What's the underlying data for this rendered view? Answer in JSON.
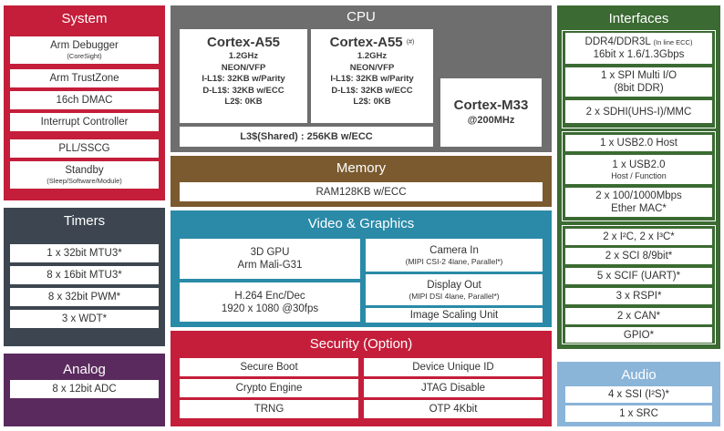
{
  "colors": {
    "system": "#c41e3a",
    "timers": "#3d4650",
    "analog": "#5a2a5e",
    "cpu": "#6e6e6e",
    "memory": "#7a5a2e",
    "video": "#2a8aa8",
    "security": "#c41e3a",
    "interfaces": "#3b6a32",
    "audio": "#8ab4d8"
  },
  "system": {
    "title": "System",
    "items": [
      {
        "label": "Arm Debugger",
        "sub": "(CoreSight)"
      },
      {
        "label": "Arm TrustZone",
        "sub": ""
      },
      {
        "label": "16ch DMAC",
        "sub": ""
      },
      {
        "label": "Interrupt Controller",
        "sub": ""
      },
      {
        "label": "PLL/SSCG",
        "sub": ""
      },
      {
        "label": "Standby",
        "sub": "(Sleep/Software/Module)"
      }
    ]
  },
  "timers": {
    "title": "Timers",
    "items": [
      "1 x 32bit MTU3*",
      "8 x 16bit MTU3*",
      "8 x 32bit PWM*",
      "3 x WDT*"
    ]
  },
  "analog": {
    "title": "Analog",
    "items": [
      "8 x 12bit ADC"
    ]
  },
  "cpu": {
    "title": "CPU",
    "core1": {
      "name": "Cortex-A55",
      "hash": "",
      "specs": [
        "1.2GHz",
        "NEON/VFP",
        "I-L1$: 32KB w/Parity",
        "D-L1$: 32KB w/ECC",
        "L2$: 0KB"
      ]
    },
    "core2": {
      "name": "Cortex-A55",
      "hash": "(#)",
      "specs": [
        "1.2GHz",
        "NEON/VFP",
        "I-L1$: 32KB w/Parity",
        "D-L1$: 32KB w/ECC",
        "L2$: 0KB"
      ]
    },
    "l3": "L3$(Shared) : 256KB w/ECC",
    "m33": {
      "name": "Cortex-M33",
      "freq": "@200MHz"
    }
  },
  "memory": {
    "title": "Memory",
    "items": [
      "RAM128KB w/ECC"
    ]
  },
  "video": {
    "title": "Video & Graphics",
    "gpu": {
      "line1": "3D GPU",
      "line2": "Arm Mali-G31"
    },
    "codec": {
      "line1": "H.264 Enc/Dec",
      "line2": "1920 x 1080 @30fps"
    },
    "camera": {
      "line1": "Camera In",
      "sub": "(MIPI CSI-2 4lane, Parallel*)"
    },
    "display": {
      "line1": "Display Out",
      "sub": "(MIPI DSI 4lane, Parallel*)"
    },
    "scaling": "Image Scaling Unit"
  },
  "security": {
    "title": "Security (Option)",
    "items": [
      "Secure Boot",
      "Device Unique ID",
      "Crypto Engine",
      "JTAG Disable",
      "TRNG",
      "OTP 4Kbit"
    ]
  },
  "interfaces": {
    "title": "Interfaces",
    "ddr": {
      "line1": "DDR4/DDR3L",
      "line1_sub": "(In line ECC)",
      "line2": "16bit x 1.6/1.3Gbps"
    },
    "spi": {
      "line1": "1 x SPI Multi I/O",
      "line2": "(8bit DDR)"
    },
    "sdhi": "2 x SDHI(UHS-I)/MMC",
    "usb_host": "1 x USB2.0 Host",
    "usb_func": {
      "line1": "1 x USB2.0",
      "sub": "Host / Function"
    },
    "ether": {
      "line1": "2 x 100/1000Mbps",
      "line2": "Ether MAC*"
    },
    "serial": [
      "2 x I²C, 2 x I³C*",
      "2 x SCI 8/9bit*",
      "5 x SCIF (UART)*",
      "3 x RSPI*",
      "2 x CAN*",
      "GPIO*"
    ]
  },
  "audio": {
    "title": "Audio",
    "items": [
      "4 x SSI (I²S)*",
      "1 x SRC"
    ]
  }
}
